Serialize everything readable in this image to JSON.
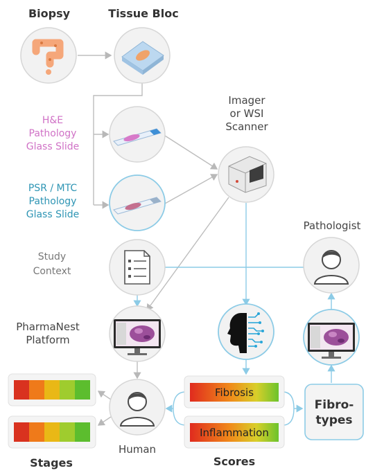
{
  "labels": {
    "biopsy": "Biopsy",
    "tissue_bloc": "Tissue Bloc",
    "he_slide": [
      "H&E",
      "Pathology",
      "Glass Slide"
    ],
    "psr_slide": [
      "PSR / MTC",
      "Pathology",
      "Glass Slide"
    ],
    "imager": [
      "Imager",
      "or WSI",
      "Scanner"
    ],
    "study_context": [
      "Study",
      "Context"
    ],
    "pharmanest": [
      "PharmaNest",
      "Platform"
    ],
    "pathologist": "Pathologist",
    "human": "Human",
    "stages": "Stages",
    "scores": "Scores",
    "fibrosis": "Fibrosis",
    "inflammation": "Inflammation",
    "fibrotypes": [
      "Fibro-",
      "types"
    ]
  },
  "colors": {
    "he_pink": "#d072c6",
    "psr_teal": "#2e95b4",
    "connector_blue": "#8ccbe6",
    "connector_grey": "#bdbdbd",
    "stage_scale": [
      "#d9321f",
      "#ef7a1a",
      "#e9b816",
      "#9fcc2e",
      "#5cbd2e"
    ]
  },
  "icons": {
    "biopsy": "liver-biopsy-icon",
    "tissue": "tissue-bloc-icon",
    "he": "he-glass-slide-icon",
    "psr": "psr-glass-slide-icon",
    "scanner": "wsi-scanner-icon",
    "context": "document-checklist-icon",
    "platform": "monitor-icon",
    "ai": "ai-head-circuit-icon",
    "pathologist": "person-icon",
    "human": "person-icon"
  }
}
